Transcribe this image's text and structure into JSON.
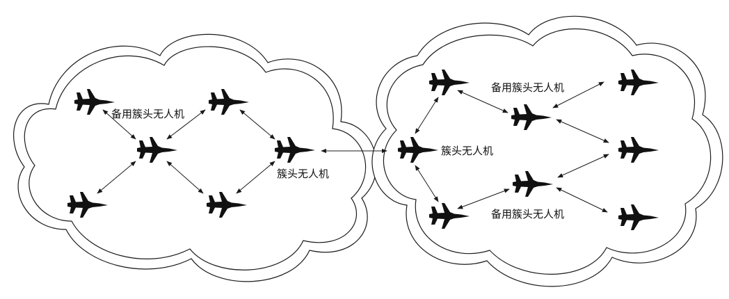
{
  "swarm_left": {
    "backup_head_label": "备用簇头无人机",
    "head_label": "簇头无人机"
  },
  "swarm_right": {
    "head_label": "簇头无人机",
    "backup_head_top_label": "备用簇头无人机",
    "backup_head_bottom_label": "备用簇头无人机"
  },
  "colors": {
    "line": "#1a1a1a",
    "plane": "#111111",
    "background": "#ffffff"
  },
  "icons": {
    "uav": "fighter-jet-silhouette-icon",
    "arrowhead": "filled-triangle"
  }
}
